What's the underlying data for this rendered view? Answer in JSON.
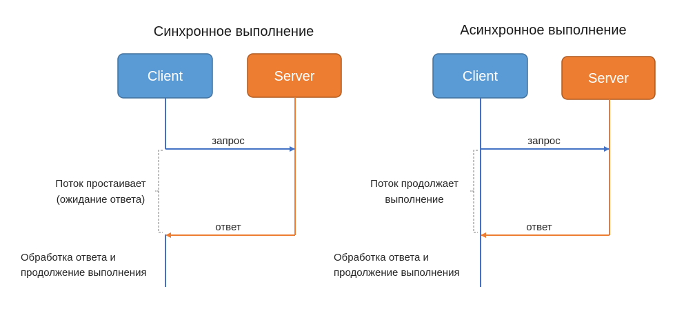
{
  "colors": {
    "client_fill": "#5B9BD5",
    "client_stroke": "#41719C",
    "server_fill": "#ED7D31",
    "server_stroke": "#AE5A21",
    "client_line": "#4472C4",
    "server_line": "#ED7D31",
    "bracket": "#7F7F7F",
    "text": "#262626"
  },
  "sync": {
    "title": "Синхронное выполнение",
    "client_label": "Client",
    "server_label": "Server",
    "request_label": "запрос",
    "response_label": "ответ",
    "wait_line1": "Поток простаивает",
    "wait_line2": "(ожидание ответа)",
    "after_line1": "Обработка ответа и",
    "after_line2": "продолжение выполнения"
  },
  "async": {
    "title": "Асинхронное выполнение",
    "client_label": "Client",
    "server_label": "Server",
    "request_label": "запрос",
    "response_label": "ответ",
    "wait_line1": "Поток продолжает",
    "wait_line2": "выполнение",
    "after_line1": "Обработка ответа и",
    "after_line2": "продолжение выполнения"
  }
}
